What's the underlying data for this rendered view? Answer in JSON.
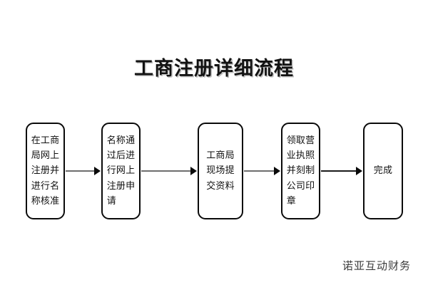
{
  "page": {
    "title": "工商注册详细流程",
    "background_color": "#ffffff"
  },
  "colors": {
    "node_border": "#0a0a0a",
    "node_fill": "#ffffff",
    "text": "#111111",
    "arrow_line": "#6e6e6e",
    "arrow_line_dark": "#1a1a1a",
    "arrow_head": "#0a0a0a",
    "watermark": "#3b3b3b"
  },
  "flow": {
    "nodes": [
      {
        "id": "node-1",
        "label": "在工商\n局网上\n注册并\n进行名\n称核准",
        "plain": "在工商局网上注册并进行名称核准",
        "align": "left"
      },
      {
        "id": "node-2",
        "label": "名称通\n过后进\n行网上\n注册申\n请",
        "plain": "名称通过后进行网上注册申请",
        "align": "left"
      },
      {
        "id": "node-3",
        "label": "工商局\n现场提\n交资料",
        "plain": "工商局现场提交资料",
        "align": "left"
      },
      {
        "id": "node-4",
        "label": "领取营\n业执照\n并刻制\n公司印\n章",
        "plain": "领取营业执照并刻制公司印章",
        "align": "left"
      },
      {
        "id": "node-5",
        "label": "完成",
        "plain": "完成",
        "align": "center"
      }
    ],
    "arrows": [
      {
        "id": "arrow-1",
        "from": "node-1",
        "to": "node-2",
        "style": "gray"
      },
      {
        "id": "arrow-2",
        "from": "node-2",
        "to": "node-3",
        "style": "gray"
      },
      {
        "id": "arrow-3",
        "from": "node-3",
        "to": "node-4",
        "style": "gray"
      },
      {
        "id": "arrow-4",
        "from": "node-4",
        "to": "node-5",
        "style": "dark"
      }
    ]
  },
  "watermark": {
    "text": "诺亚互动财务"
  }
}
